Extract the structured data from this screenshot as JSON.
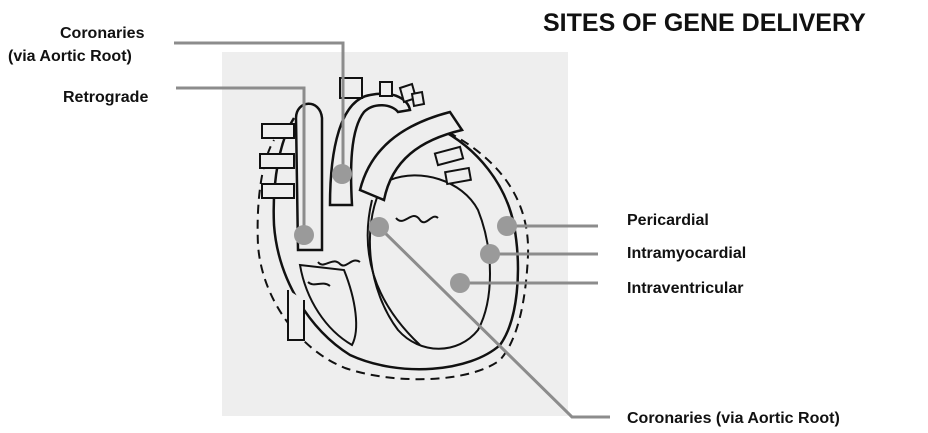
{
  "title": "SITES OF GENE DELIVERY",
  "labels": {
    "coronaries_top_line1": "Coronaries",
    "coronaries_top_line2": "(via Aortic Root)",
    "retrograde": "Retrograde",
    "pericardial": "Pericardial",
    "intramyocardial": "Intramyocardial",
    "intraventricular": "Intraventricular",
    "coronaries_bottom": "Coronaries (via Aortic Root)"
  },
  "colors": {
    "leader_line": "#8c8c8c",
    "marker_dot": "#9a9a9a",
    "panel_background": "#eeeeee",
    "outline": "#111111"
  }
}
